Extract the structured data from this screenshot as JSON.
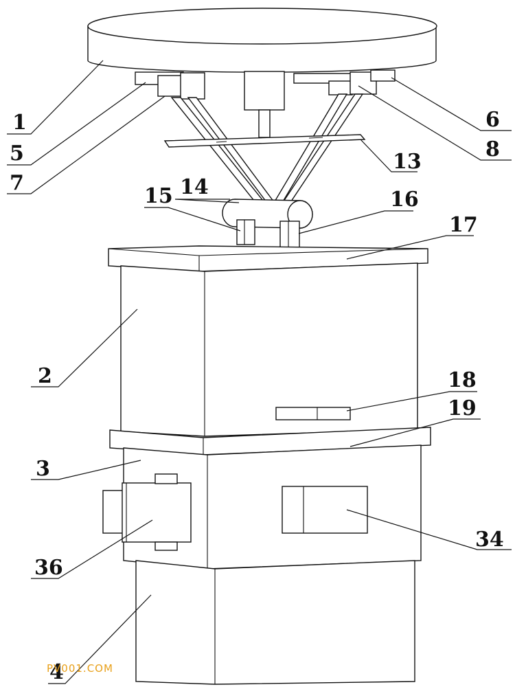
{
  "labels": {
    "l1": "1",
    "l2": "2",
    "l3": "3",
    "l4": "4",
    "l5": "5",
    "l6": "6",
    "l7": "7",
    "l8": "8",
    "l13": "13",
    "l14": "14",
    "l15": "15",
    "l16": "16",
    "l17": "17",
    "l18": "18",
    "l19": "19",
    "l34": "34",
    "l36": "36"
  },
  "watermark": "PV001.COM",
  "colors": {
    "line": "#111111",
    "watermark": "#e8a01a",
    "background": "#ffffff"
  }
}
